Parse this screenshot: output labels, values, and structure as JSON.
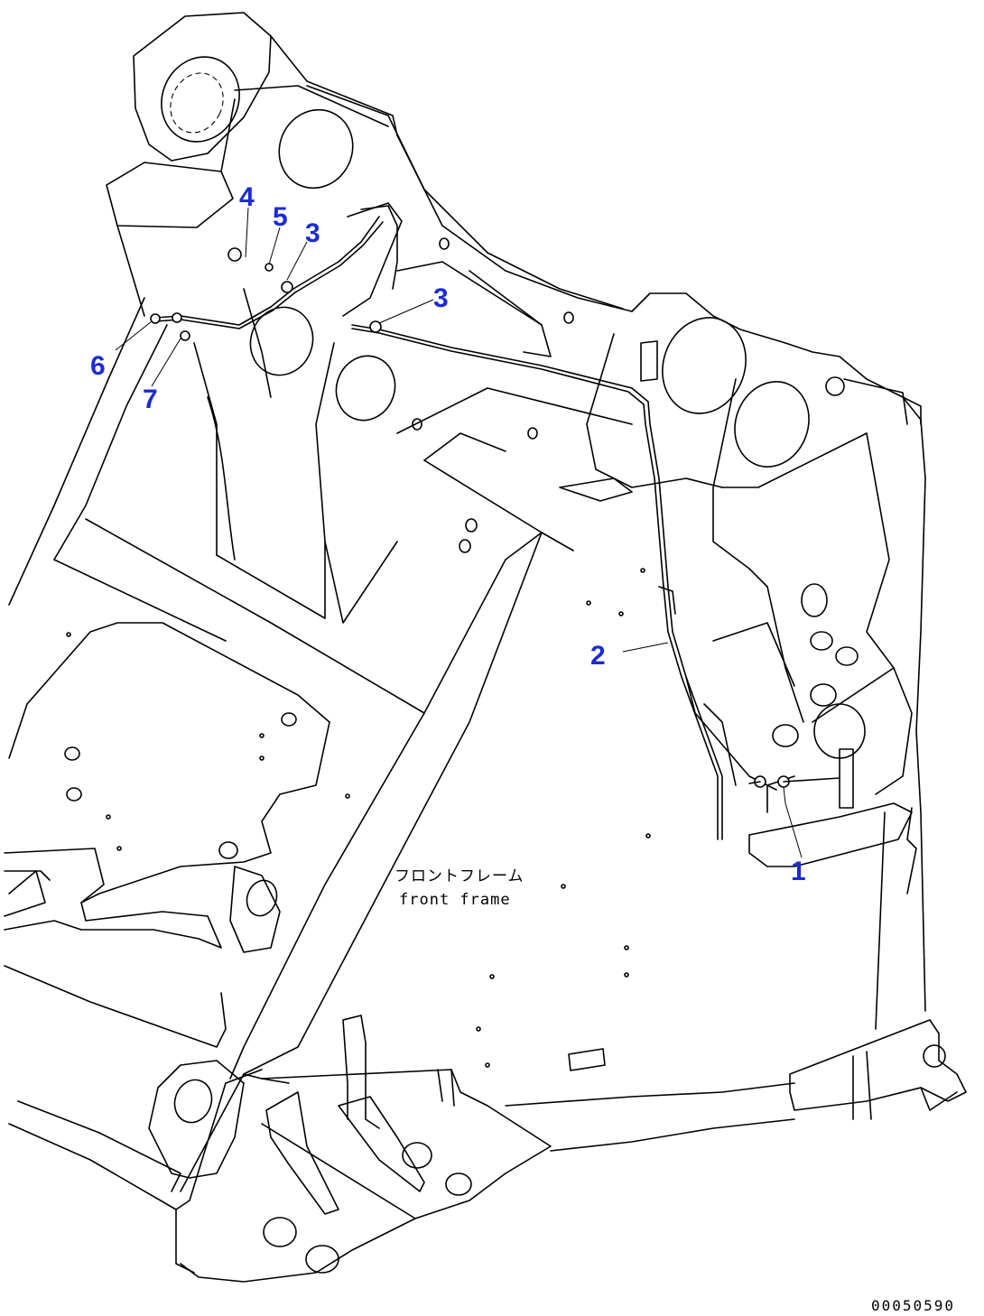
{
  "drawing": {
    "frame_label_jp": "フロントフレーム",
    "frame_label_en": "front frame",
    "drawing_id": "00050590"
  },
  "callouts": [
    {
      "number": "1"
    },
    {
      "number": "2"
    },
    {
      "number": "3"
    },
    {
      "number": "3"
    },
    {
      "number": "4"
    },
    {
      "number": "5"
    },
    {
      "number": "6"
    },
    {
      "number": "7"
    }
  ]
}
